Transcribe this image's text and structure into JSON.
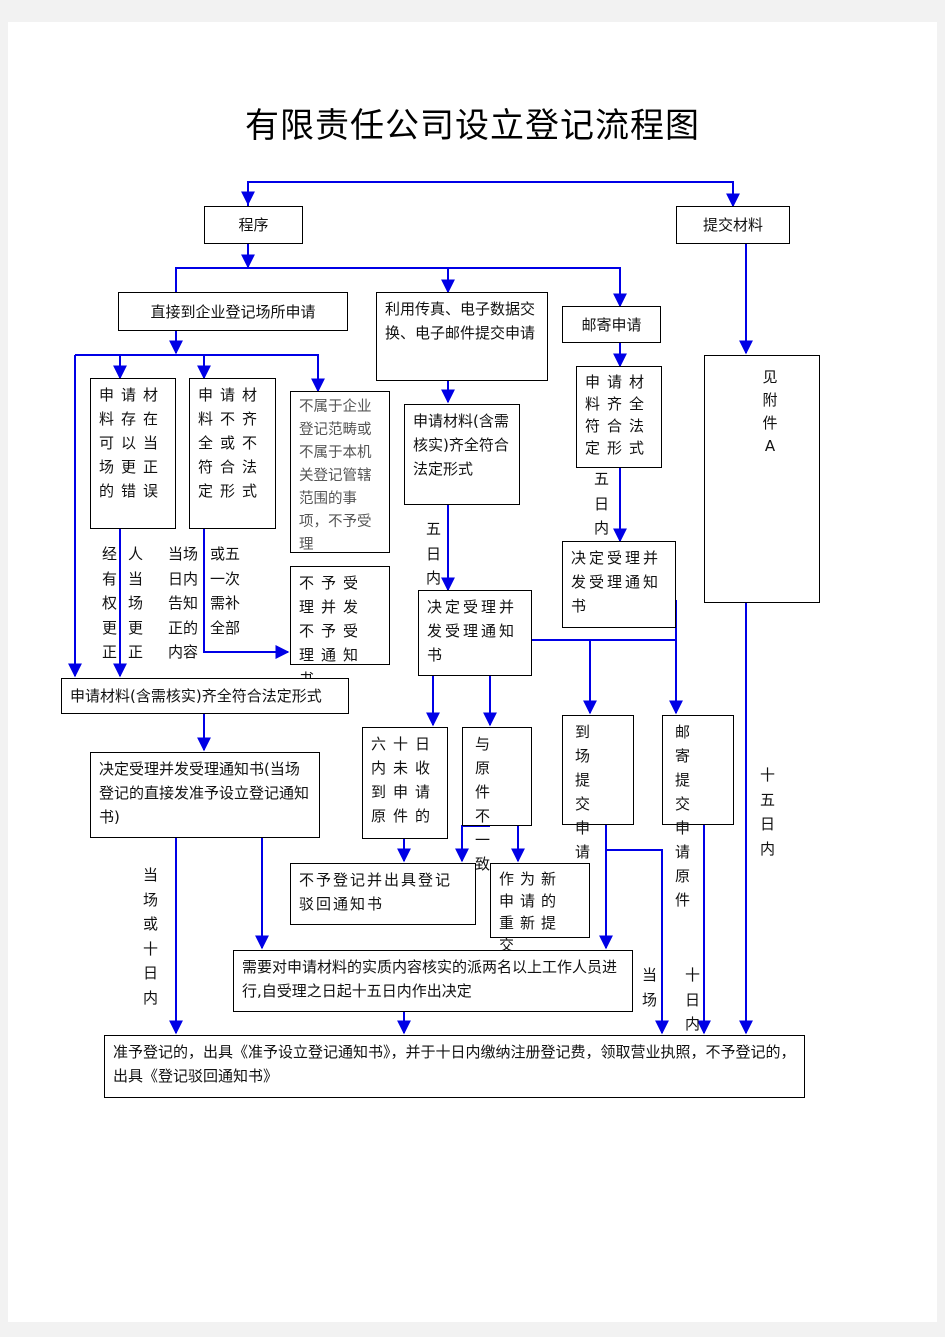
{
  "title": "有限责任公司设立登记流程图",
  "colors": {
    "arrow": "#0000e6",
    "box_border": "#000000",
    "text": "#111111"
  },
  "nodes": {
    "procedure": "程序",
    "materials": "提交材料",
    "direct_apply": "直接到企业登记场所申请",
    "fax_apply": "利用传真、电子数据交换、电子邮件提交申请",
    "mail_apply": "邮寄申请",
    "correctable_errors": "申请材料存在可以当场更正的错误",
    "incomplete": "申请材料不齐全或不符合法定形式",
    "not_in_scope": "不属于企业登记范畴或不属于本机关登记管辖范围的事项，不予受理",
    "fax_complete": "申请材料(含需核实)齐全符合法定形式",
    "mail_complete": "申请材料齐全符合法定形式",
    "see_attachment": "见\n附\n件\nA",
    "reject_notice": "不予受理并发不予受理通知书",
    "fax_accept": "决定受理并发受理通知书",
    "mail_accept": "决定受理并发受理通知书",
    "all_complete": "申请材料(含需核实)齐全符合法定形式",
    "accept_direct": "决定受理并发受理通知书(当场登记的直接发准予设立登记通知书)",
    "sixty_days": "六十日内未收到申请原件的",
    "mismatch": "与原件不一致",
    "onsite_submit": "到场提交申请原件",
    "mail_submit": "邮寄提交申请原件",
    "reject_registration": "不予登记并出具登记驳回通知书",
    "as_new": "作为新申请的重新提交",
    "verify": "需要对申请材料的实质内容核实的派两名以上工作人员进行,自受理之日起十五日内作出决定",
    "final": "准予登记的，出具《准予设立登记通知书》，并于十日内缴纳注册登记费，领取营业执照，不予登记的，出具《登记驳回通知书》"
  },
  "labels": {
    "applicant_correct": "经人\n有当\n权场\n更更\n正正",
    "notice_once": "当场\n日内\n告知\n正的\n内容",
    "or_five": "或五\n一次\n需补\n全部",
    "five_days_fax": "五\n日\n内",
    "five_days_mail": "五\n日\n内",
    "fifteen_days": "十\n五\n日\n内",
    "onsite_or_ten": "当\n场\n或\n十\n日\n内",
    "onsite": "当\n场",
    "ten_days": "十\n日\n内"
  }
}
